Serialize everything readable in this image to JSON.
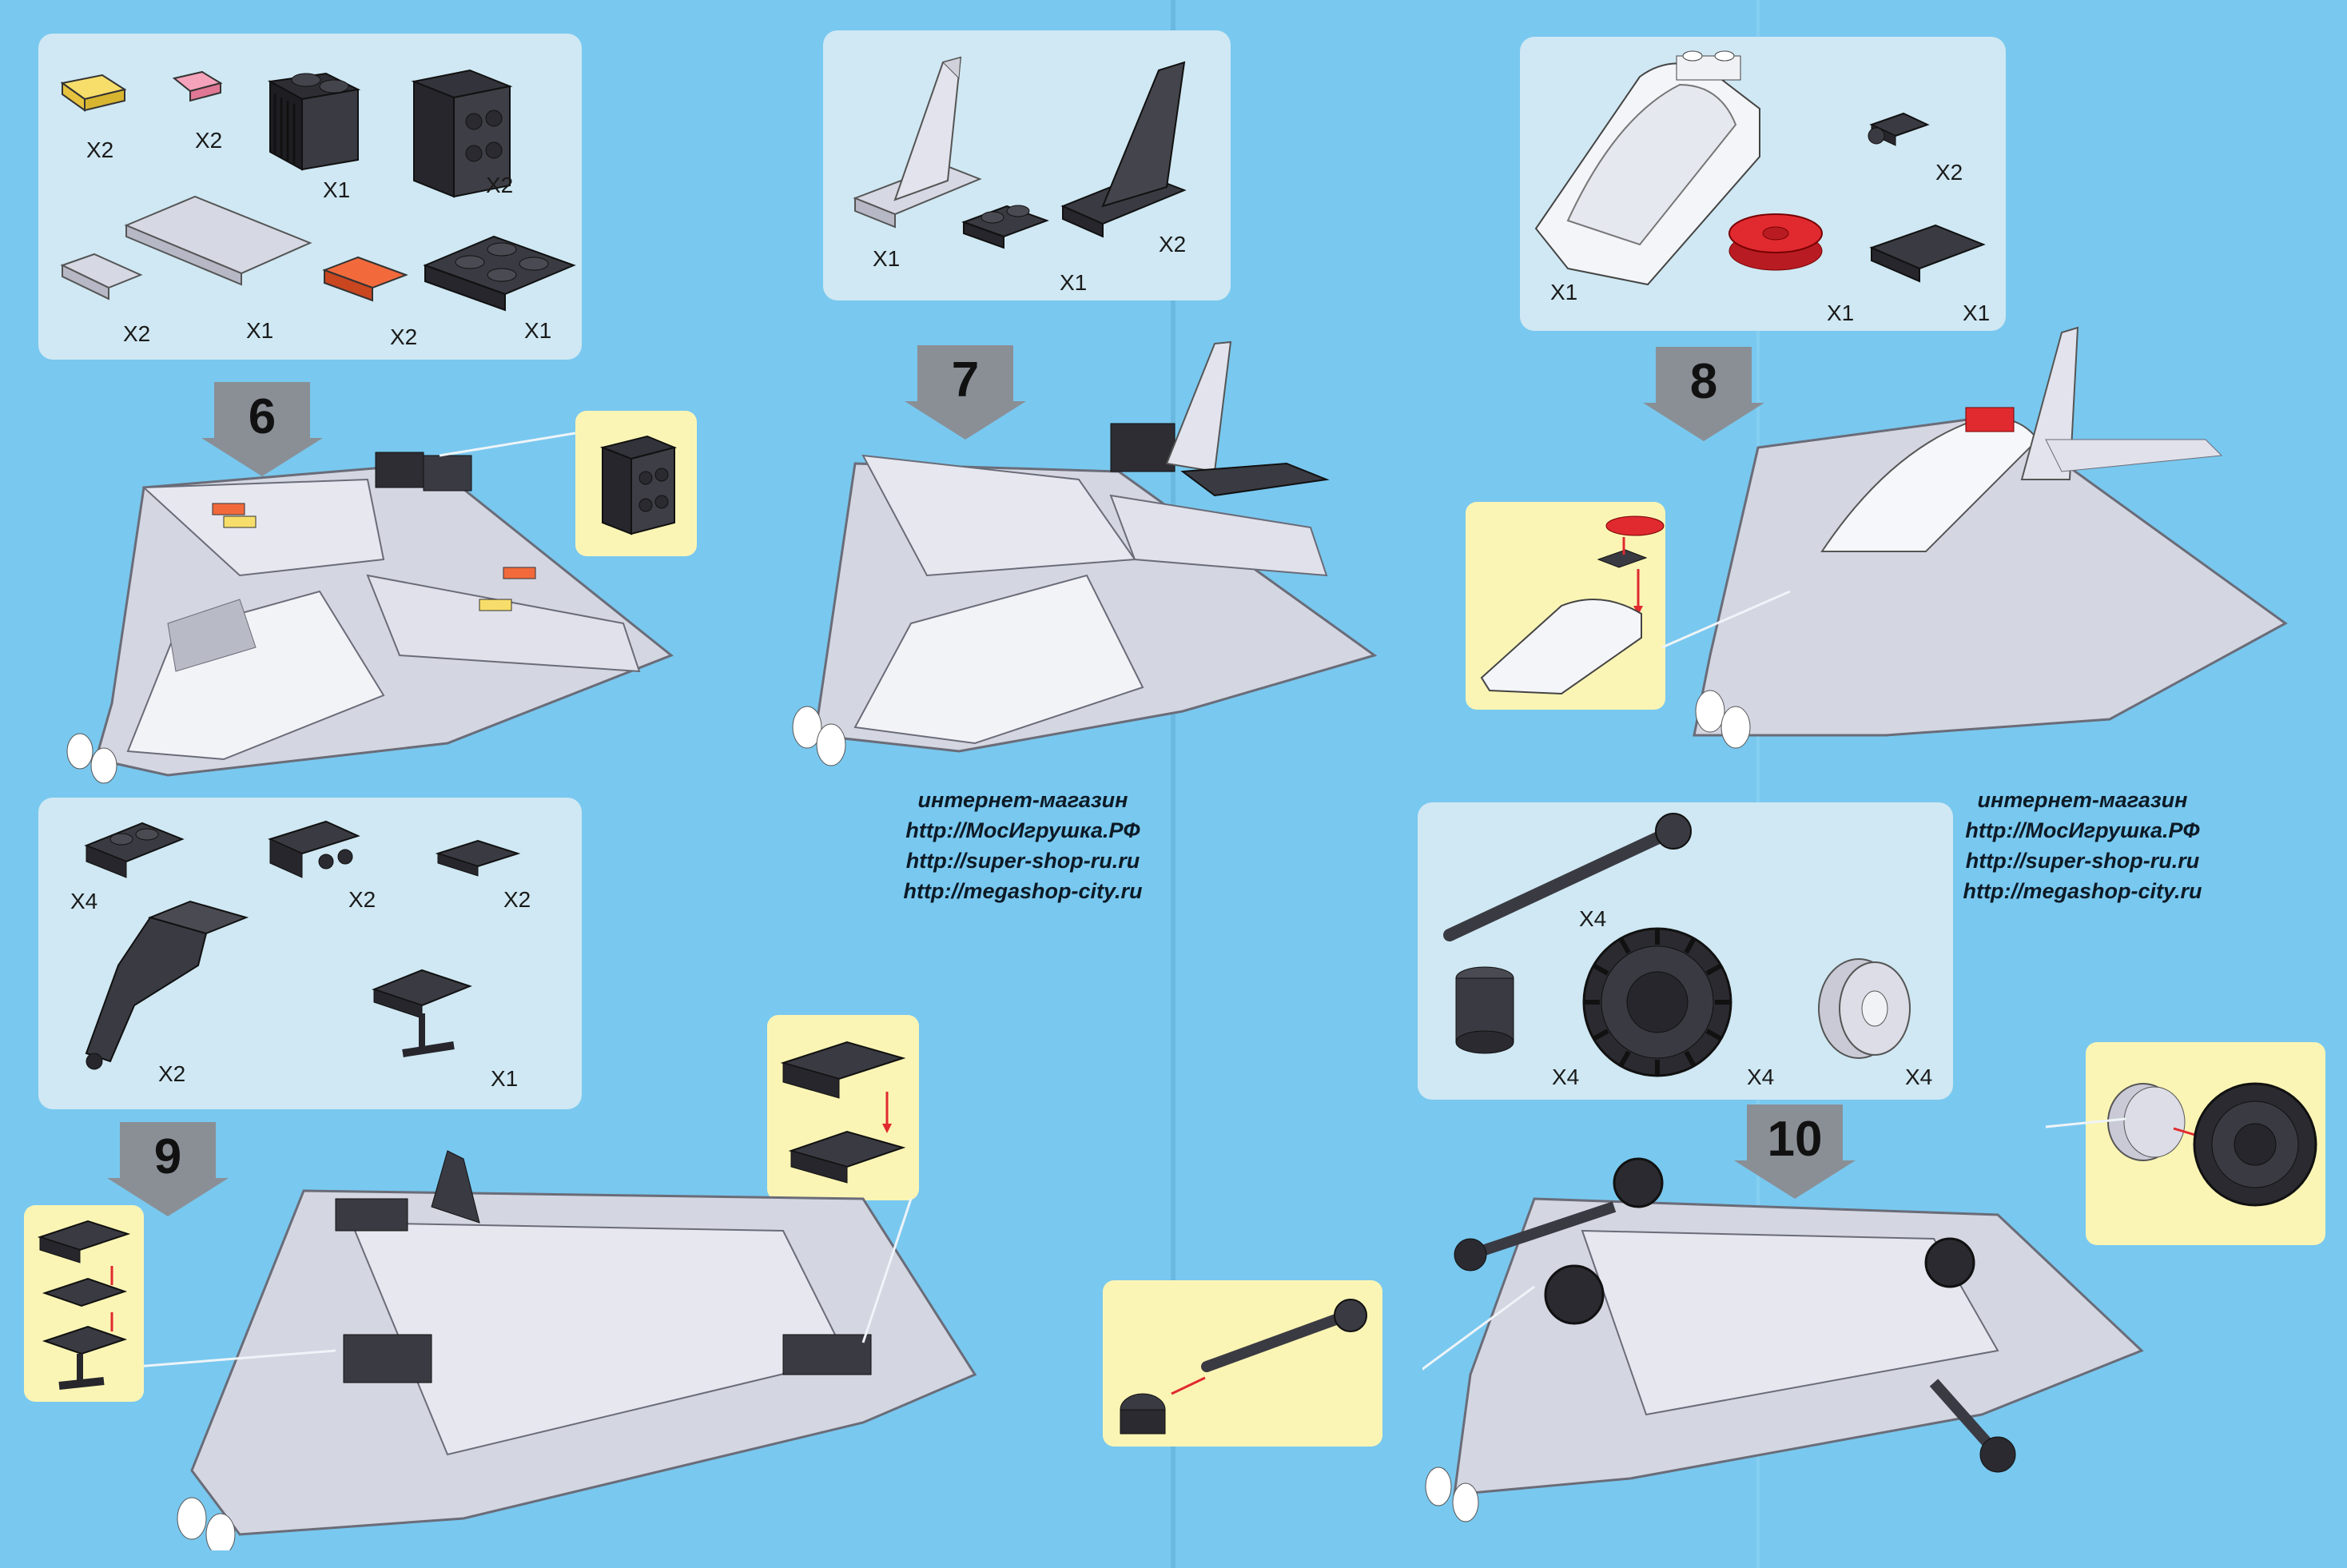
{
  "steps": [
    "6",
    "7",
    "8",
    "9",
    "10"
  ],
  "parts": {
    "step6": [
      "X2",
      "X2",
      "X1",
      "X2",
      "X2",
      "X1",
      "X2",
      "X1"
    ],
    "step7": [
      "X1",
      "X1",
      "X2"
    ],
    "step8": [
      "X2",
      "X1",
      "X1",
      "X1"
    ],
    "step9": [
      "X4",
      "X2",
      "X2",
      "X2",
      "X1"
    ],
    "step10": [
      "X4",
      "X4",
      "X4",
      "X4"
    ]
  },
  "shop_blocks": [
    {
      "title": "интернет-магазин",
      "lines": [
        "http://МосИгрушка.РФ",
        "http://super-shop-ru.ru",
        "http://megashop-city.ru"
      ]
    },
    {
      "title": "интернет-магазин",
      "lines": [
        "http://МосИгрушка.РФ",
        "http://super-shop-ru.ru",
        "http://megashop-city.ru"
      ]
    }
  ],
  "colors": {
    "background": "#79c8ef",
    "panel": "#cfe8f3",
    "inset": "#fbf5b5",
    "arrow": "#8a8f96",
    "brick_gray": "#d4d6e2",
    "brick_dark": "#3a3a44",
    "brick_yellow": "#f2d04a",
    "brick_pink": "#f08aa8",
    "brick_orange": "#f0603a",
    "brick_red": "#d8262a"
  },
  "icons": [
    "down-arrow-icon",
    "pointer-line-icon"
  ]
}
